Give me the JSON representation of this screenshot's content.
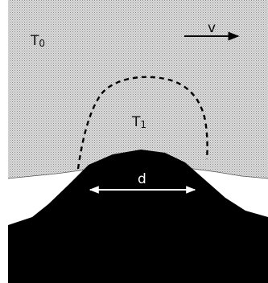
{
  "labels": {
    "t0": "T",
    "t0_sub": "0",
    "t1": "T",
    "t1_sub": "1",
    "velocity": "v",
    "width": "d"
  },
  "colors": {
    "shaded_background": "#d6d6d6",
    "stipple": "#7a7a7a",
    "solid": "#000000",
    "dashed_outline": "#000000",
    "arrow_inner": "#ffffff",
    "arrow_outer": "#000000"
  }
}
